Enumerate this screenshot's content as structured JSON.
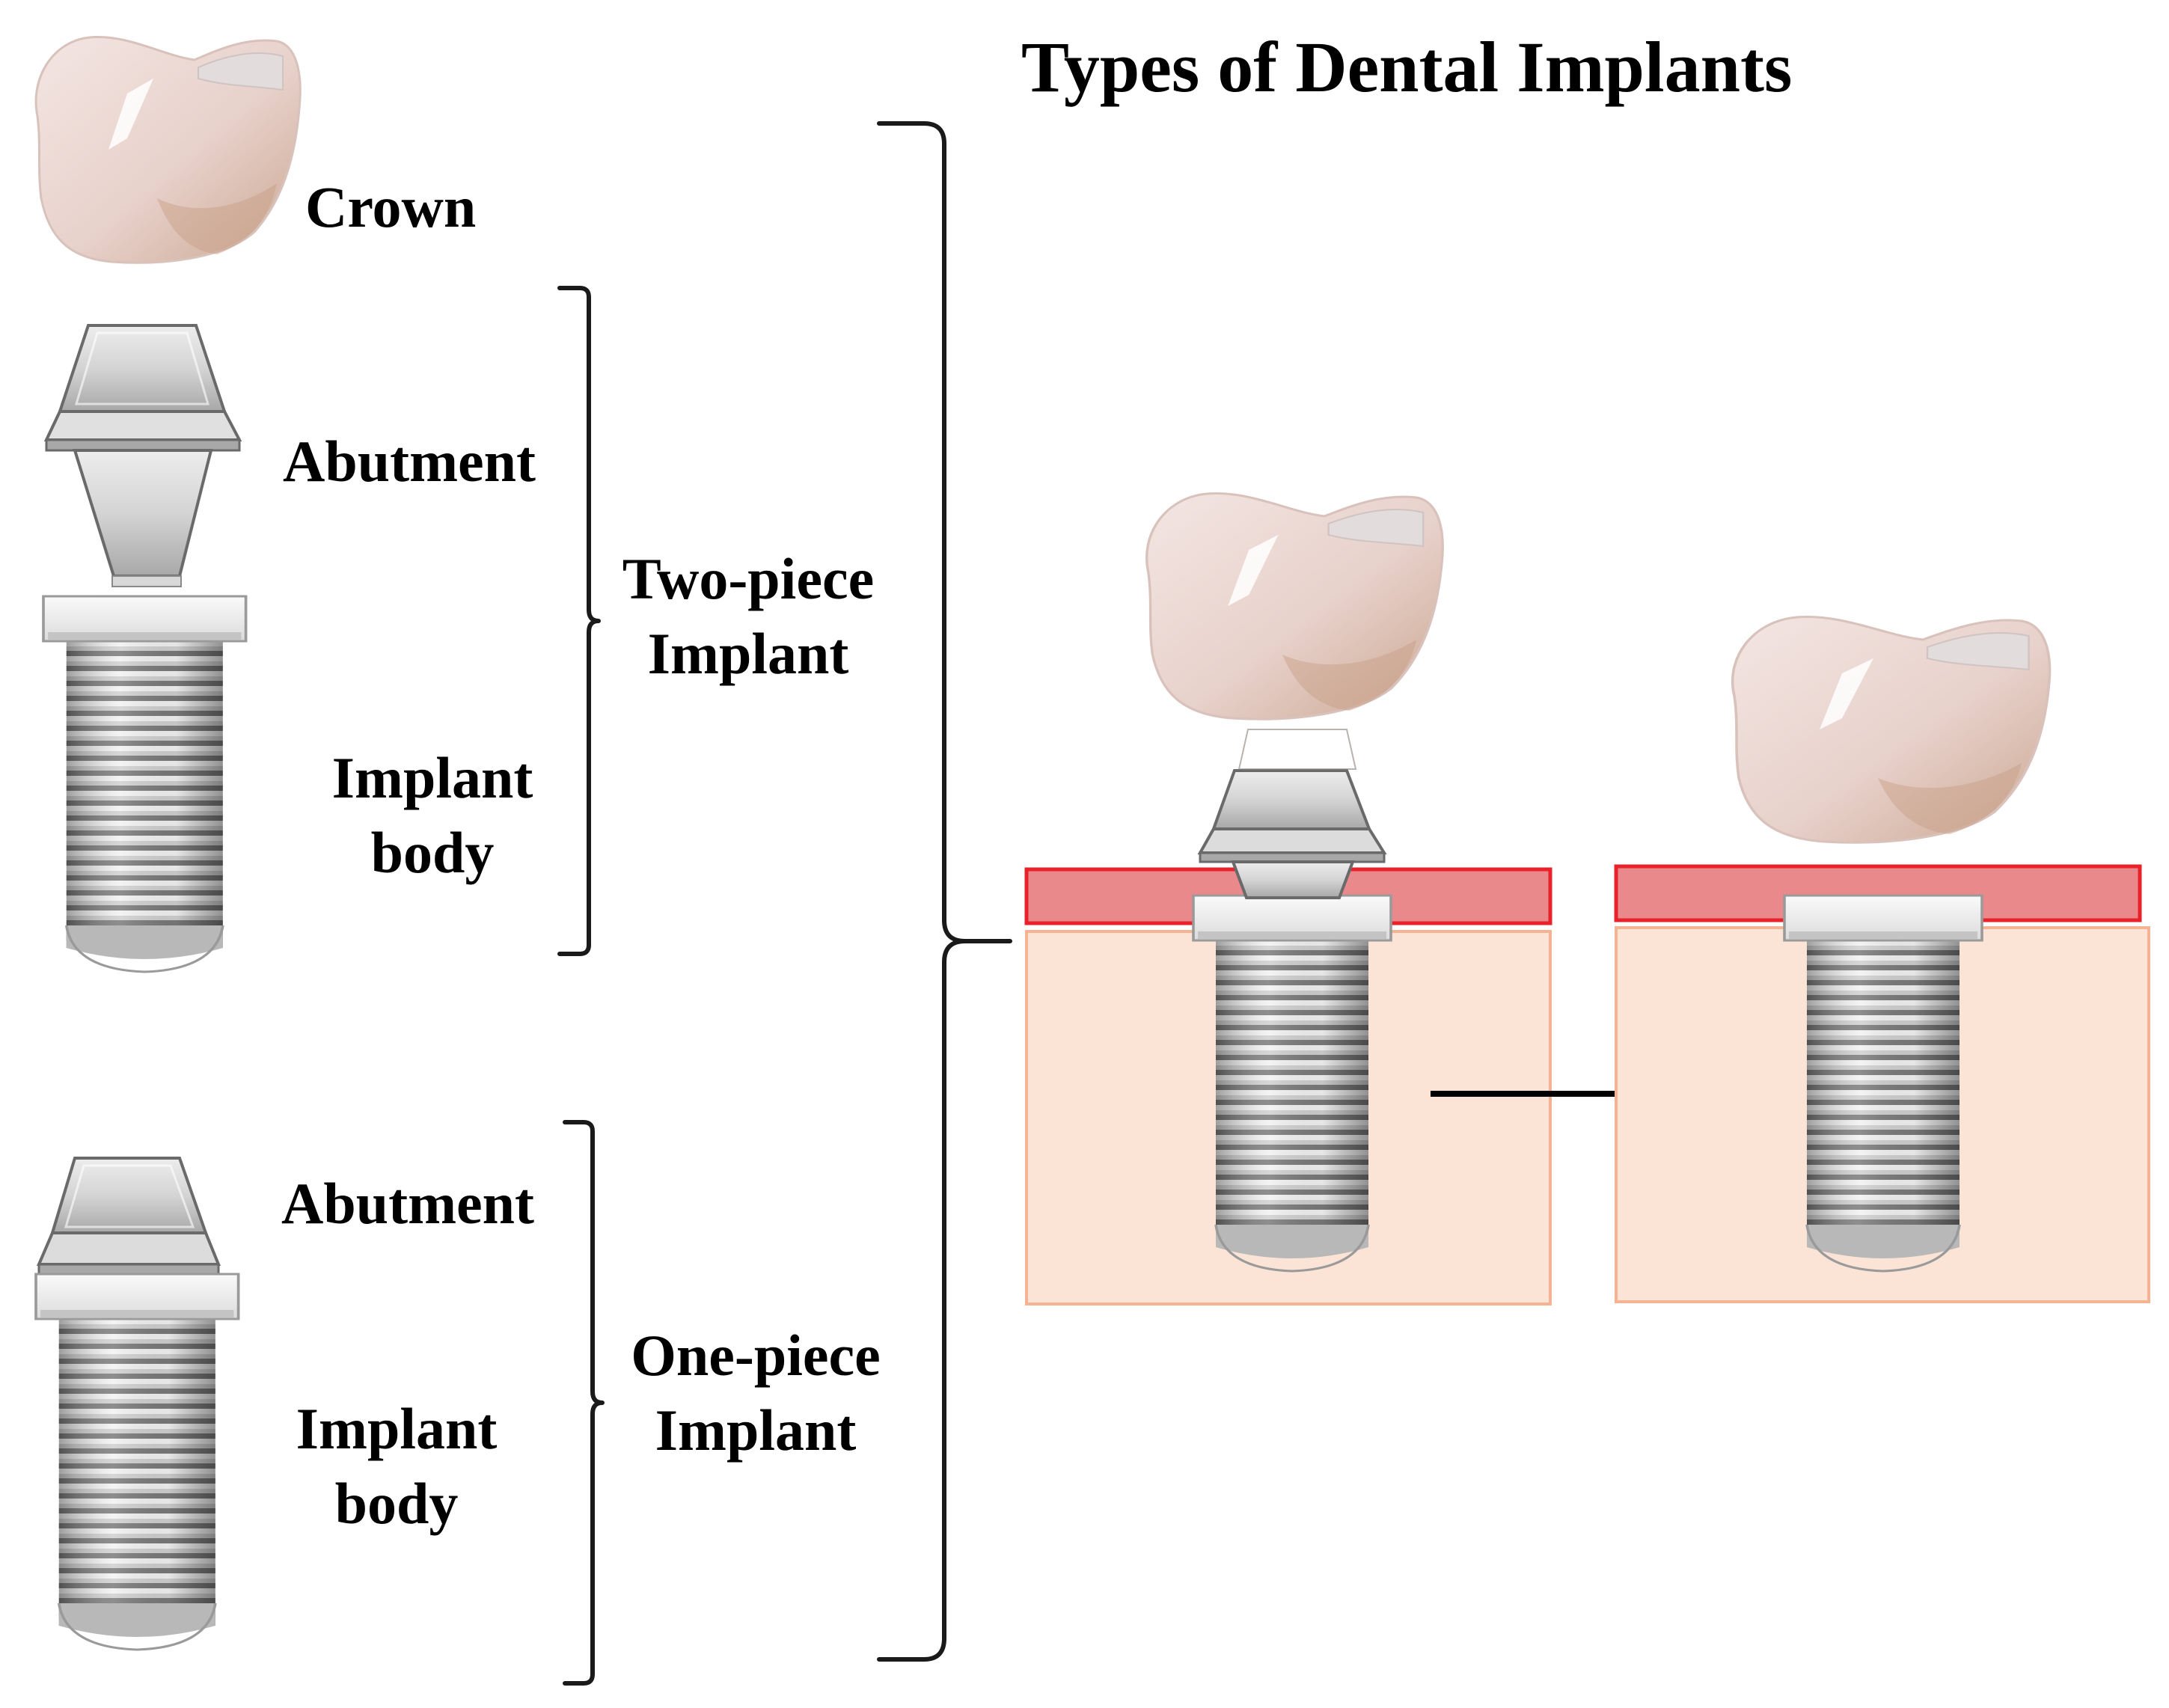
{
  "title": "Types of Dental Implants",
  "two_piece": {
    "crown_label": "Crown",
    "abutment_label": "Abutment",
    "implant_body_label": [
      "Implant",
      "body"
    ],
    "group_label": [
      "Two-piece",
      "Implant"
    ]
  },
  "one_piece": {
    "abutment_label": "Abutment",
    "implant_body_label": [
      "Implant",
      "body"
    ],
    "group_label": [
      "One-piece",
      "Implant"
    ]
  },
  "colors": {
    "gingiva_fill": "#e9898b",
    "gingiva_border": "#e8212a",
    "bone_fill": "#fbe3d6",
    "bone_border": "#f4b392",
    "crown": "#ecd5d0",
    "metal": "#c8c8c8",
    "collar": "#f2f2f2"
  },
  "icons": [
    "crown-icon",
    "abutment-icon",
    "implant-body-icon",
    "one-piece-implant-icon",
    "arrow-right-icon"
  ]
}
